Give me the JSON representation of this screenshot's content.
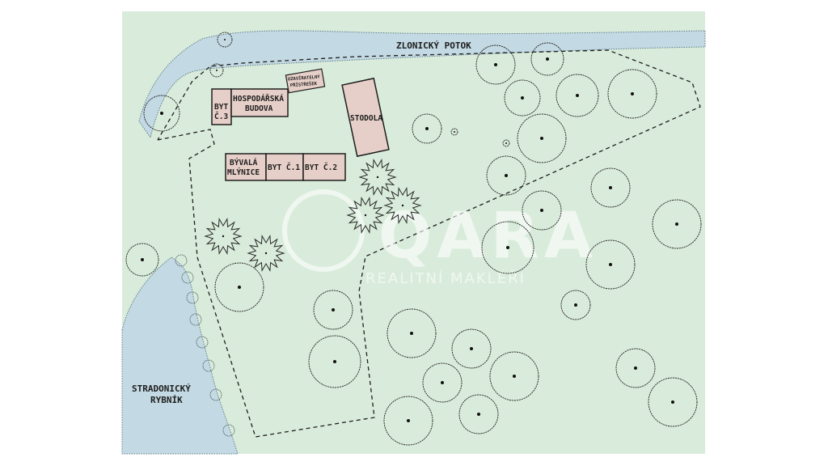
{
  "colors": {
    "land": "#d9ecdb",
    "water": "#c3d9e3",
    "building": "#e6cfc8",
    "outline": "#1e1e1e",
    "watermark": "#ffffff"
  },
  "labels": {
    "stream": "ZLONICKÝ POTOK",
    "pond_line1": "STRADONICKÝ",
    "pond_line2": "RYBNÍK"
  },
  "buildings": {
    "byt3_line1": "BYT",
    "byt3_line2": "Č.3",
    "hosp_line1": "HOSPODÁŘSKÁ",
    "hosp_line2": "BUDOVA",
    "shelter_line1": "UZAVÍRATELNÝ",
    "shelter_line2": "PŘÍSTŘEŠEK",
    "barn": "STODOLA",
    "mill_line1": "BÝVALÁ",
    "mill_line2": "MLÝNICE",
    "byt1": "BYT Č.1",
    "byt2": "BYT Č.2"
  },
  "watermark": {
    "logo": "QARA",
    "tagline": "REALITNÍ MAKLÉŘI"
  },
  "icons": {
    "deciduous_tree": "tree-icon",
    "conifer_tree": "conifer-icon",
    "shrub": "shrub-icon"
  }
}
